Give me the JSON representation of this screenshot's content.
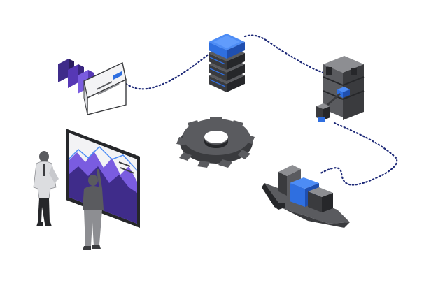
{
  "illustration": {
    "kind": "isometric-supply-chain-diagram",
    "colors": {
      "background": "#ffffff",
      "dark": "#3a3b3e",
      "darker": "#26272a",
      "mid": "#5a5b5f",
      "light": "#8d8e92",
      "paper": "#f3f3f5",
      "blue": "#2f6fe0",
      "blueDark": "#1f4fb0",
      "blueLight": "#4d8cf5",
      "purple1": "#3f2c8a",
      "purple2": "#5638b5",
      "purple3": "#7a5ce0",
      "connector": "#1e2a78",
      "skin": "#b8b9bd"
    },
    "nodes": [
      {
        "id": "documents",
        "icon": "document-stack-icon"
      },
      {
        "id": "server",
        "icon": "server-stack-icon"
      },
      {
        "id": "warehouse",
        "icon": "warehouse-rack-robot-icon"
      },
      {
        "id": "gear",
        "icon": "gear-icon"
      },
      {
        "id": "ship",
        "icon": "cargo-ship-icon"
      },
      {
        "id": "dashboard",
        "icon": "analytics-screen-icon"
      },
      {
        "id": "people",
        "icon": "business-people-icon"
      }
    ],
    "connectors": [
      {
        "from": "documents",
        "to": "server",
        "style": "dotted"
      },
      {
        "from": "server",
        "to": "warehouse",
        "style": "dotted"
      },
      {
        "from": "warehouse",
        "to": "ship",
        "style": "dotted"
      }
    ]
  }
}
